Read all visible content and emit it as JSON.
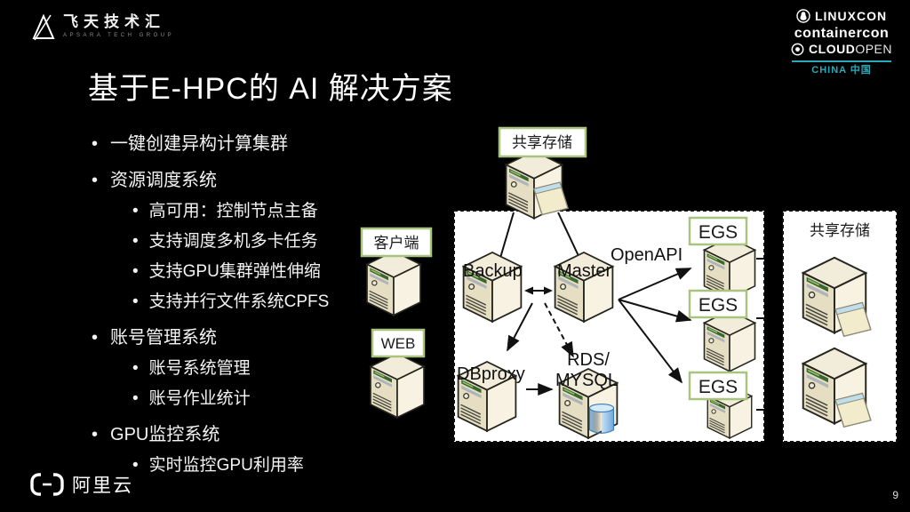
{
  "header": {
    "brand": {
      "name": "飞天技术汇",
      "subtext": "APSARA TECH GROUP"
    },
    "conference": {
      "linuxcon": "LINUXCON",
      "containercon": "containercon",
      "cloud_bold": "CLOUD",
      "cloud_light": "OPEN",
      "region_en": "CHINA",
      "region_cn": "中国",
      "accent_color": "#2AA9B8"
    }
  },
  "title": "基于E-HPC的 AI 解决方案",
  "bullet_char": "•",
  "bullets": [
    {
      "level": 1,
      "text": "一键创建异构计算集群"
    },
    {
      "level": 1,
      "text": "资源调度系统"
    },
    {
      "level": 2,
      "text": "高可用：控制节点主备"
    },
    {
      "level": 2,
      "text": "支持调度多机多卡任务"
    },
    {
      "level": 2,
      "text": "支持GPU集群弹性伸缩"
    },
    {
      "level": 2,
      "text": "支持并行文件系统CPFS"
    },
    {
      "level": 1,
      "text": "账号管理系统"
    },
    {
      "level": 2,
      "text": "账号系统管理"
    },
    {
      "level": 2,
      "text": "账号作业统计"
    },
    {
      "level": 1,
      "text": "GPU监控系统"
    },
    {
      "level": 2,
      "text": "实时监控GPU利用率"
    }
  ],
  "diagram": {
    "label_border_color": "#A9C47E",
    "labels": {
      "shared_storage_top": "共享存储",
      "client": "客户端",
      "web": "WEB",
      "backup": "Backup",
      "master": "Master",
      "openapi": "OpenAPI",
      "dbproxy": "DBproxy",
      "rds_line1": "RDS/",
      "rds_line2": "MYSQL",
      "egs": "EGS",
      "shared_storage_right": "共享存储"
    }
  },
  "footer": {
    "logo_text": "阿里云",
    "page_number": "9"
  }
}
